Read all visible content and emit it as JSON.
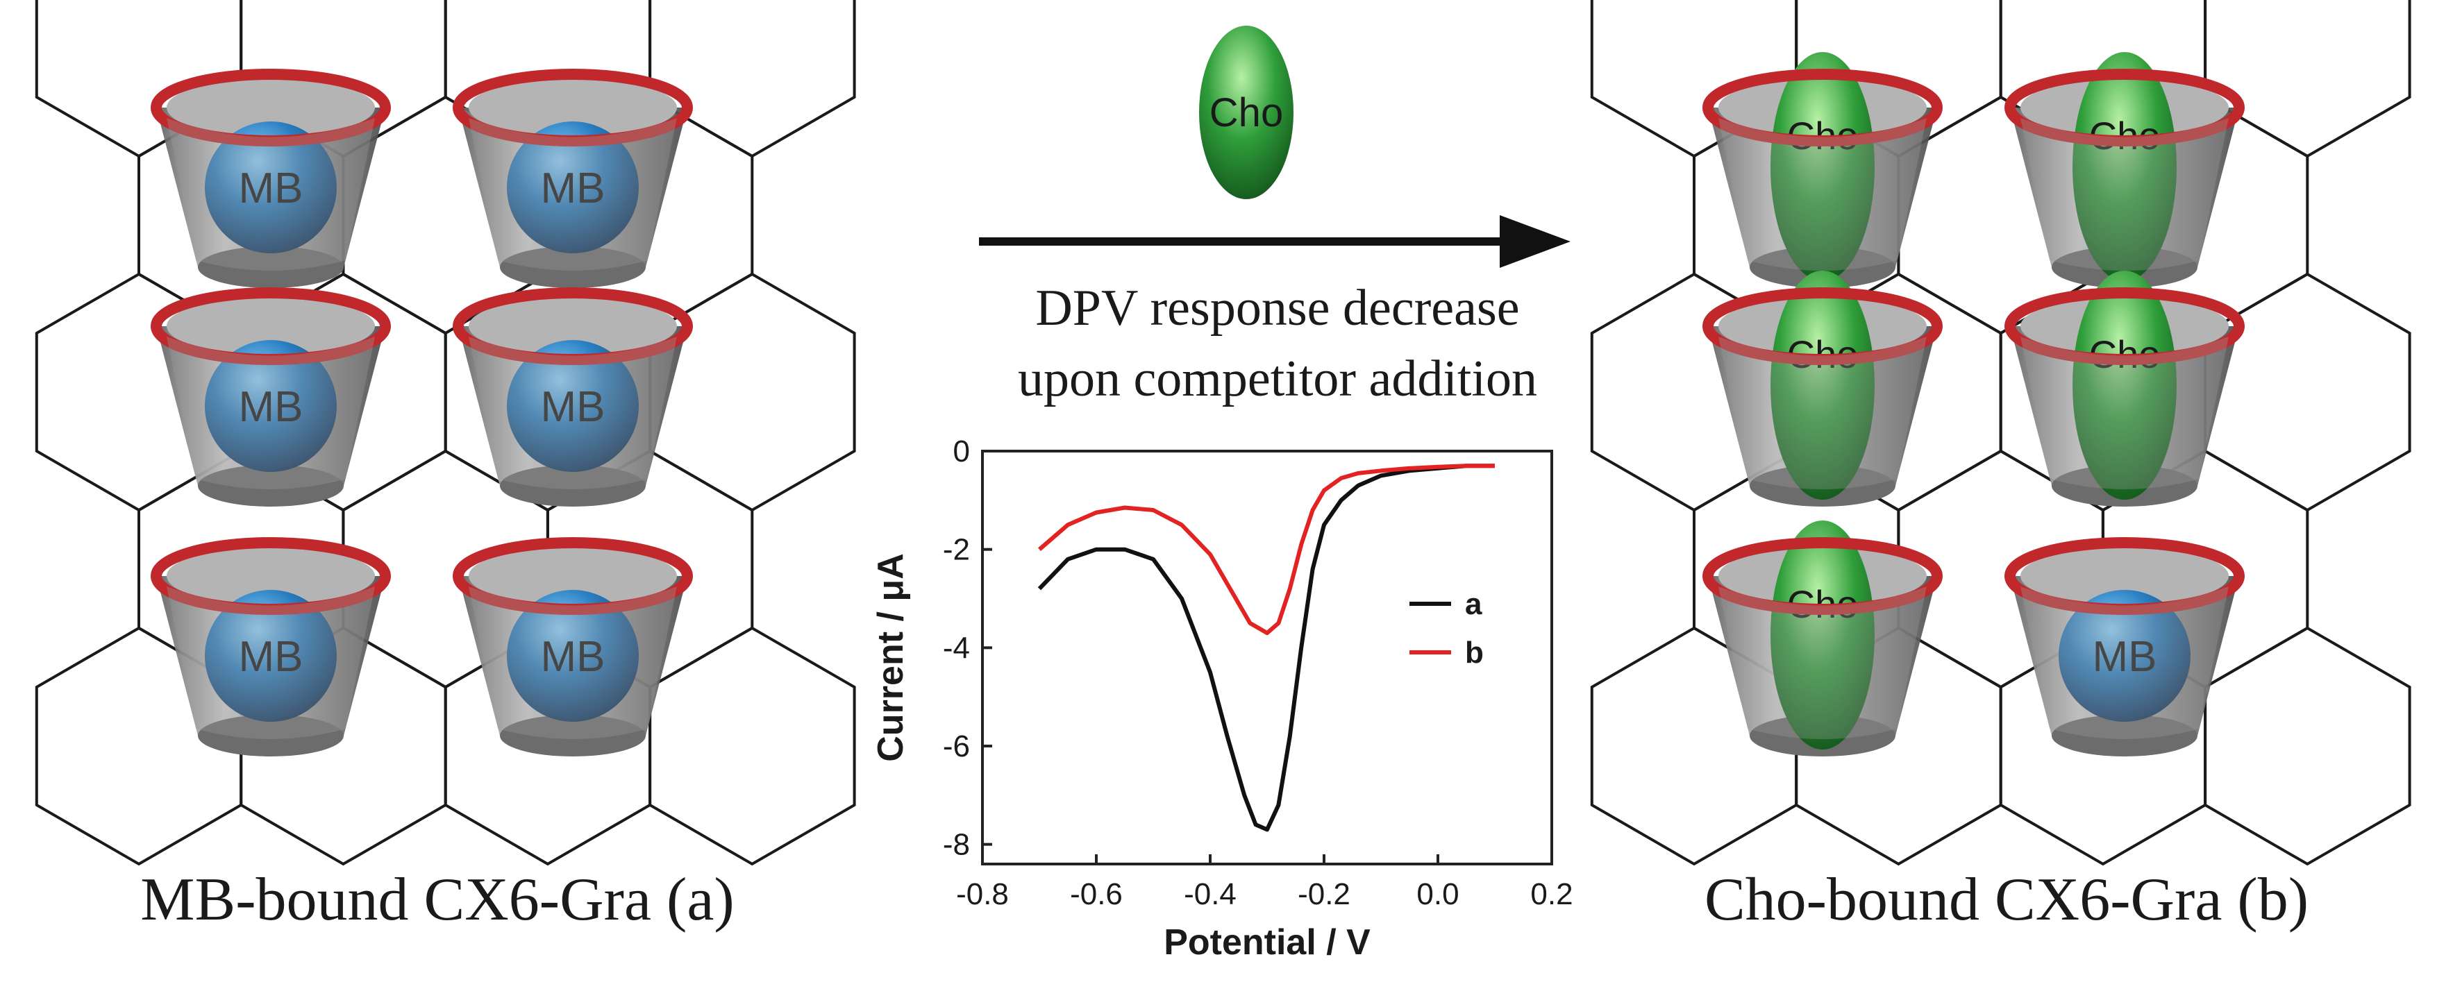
{
  "left_panel": {
    "guest_label": "MB",
    "caption": "MB-bound CX6-Gra (a)",
    "hosts": [
      "MB",
      "MB",
      "MB",
      "MB",
      "MB",
      "MB"
    ]
  },
  "right_panel": {
    "caption": "Cho-bound CX6-Gra (b)",
    "hosts": [
      "Cho",
      "Cho",
      "Cho",
      "Cho",
      "Cho",
      "MB"
    ]
  },
  "middle": {
    "competitor_label": "Cho",
    "arrow_text_line1": "DPV response decrease",
    "arrow_text_line2": "upon competitor addition"
  },
  "colors": {
    "rim": "#c0282c",
    "cup": "#8c8c8c",
    "mb_sphere": "#2a7fc1",
    "cho_ellipsoid": "#2f9e3a",
    "trace_a": "#111111",
    "trace_b": "#e32222"
  },
  "chart_data": {
    "type": "line",
    "xlabel": "Potential / V",
    "ylabel": "Current / μA",
    "xlim": [
      -0.8,
      0.2
    ],
    "ylim": [
      -8.4,
      0
    ],
    "xticks": [
      "-0.8",
      "-0.6",
      "-0.4",
      "-0.2",
      "0.0",
      "0.2"
    ],
    "yticks": [
      "0",
      "-2",
      "-4",
      "-6",
      "-8"
    ],
    "legend_position": "right",
    "series": [
      {
        "name": "a",
        "x": [
          -0.7,
          -0.65,
          -0.6,
          -0.55,
          -0.5,
          -0.45,
          -0.4,
          -0.37,
          -0.34,
          -0.32,
          -0.3,
          -0.28,
          -0.26,
          -0.24,
          -0.22,
          -0.2,
          -0.17,
          -0.14,
          -0.1,
          -0.05,
          0.0,
          0.05,
          0.1
        ],
        "y": [
          -2.8,
          -2.2,
          -2.0,
          -2.0,
          -2.2,
          -3.0,
          -4.5,
          -5.8,
          -7.0,
          -7.6,
          -7.7,
          -7.2,
          -5.8,
          -4.0,
          -2.4,
          -1.5,
          -1.0,
          -0.7,
          -0.5,
          -0.4,
          -0.35,
          -0.3,
          -0.3
        ]
      },
      {
        "name": "b",
        "x": [
          -0.7,
          -0.65,
          -0.6,
          -0.55,
          -0.5,
          -0.45,
          -0.4,
          -0.36,
          -0.33,
          -0.3,
          -0.28,
          -0.26,
          -0.24,
          -0.22,
          -0.2,
          -0.17,
          -0.14,
          -0.1,
          -0.05,
          0.0,
          0.05,
          0.1
        ],
        "y": [
          -2.0,
          -1.5,
          -1.25,
          -1.15,
          -1.2,
          -1.5,
          -2.1,
          -2.9,
          -3.5,
          -3.7,
          -3.5,
          -2.8,
          -1.9,
          -1.2,
          -0.8,
          -0.55,
          -0.45,
          -0.4,
          -0.35,
          -0.32,
          -0.3,
          -0.3
        ]
      }
    ]
  }
}
